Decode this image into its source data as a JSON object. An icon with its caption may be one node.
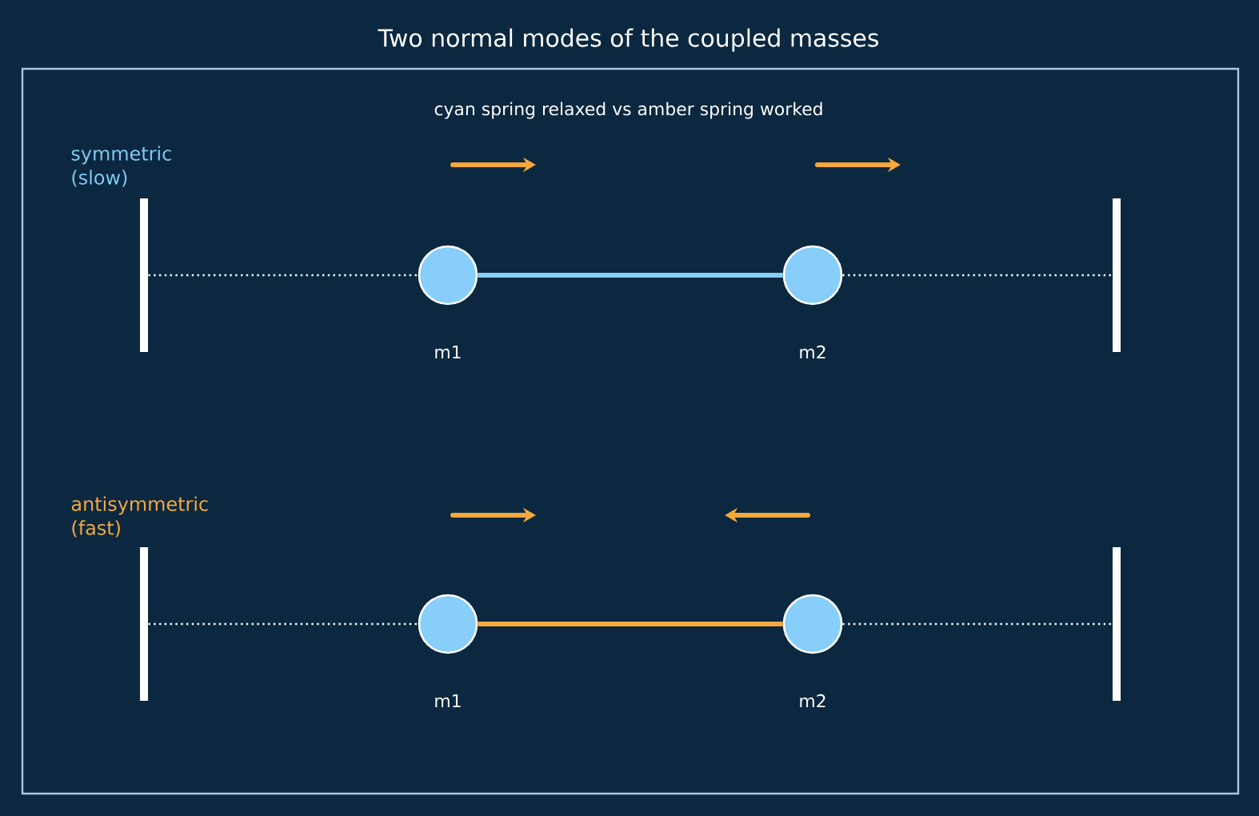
{
  "diagram": {
    "title": "Two normal modes of the coupled masses",
    "nodes": [
      {
        "text": [],
        "shape": "bar"
      },
      {
        "text": [],
        "shape": "circle",
        "beside": [
          "m1"
        ]
      },
      {
        "text": [],
        "shape": "circle",
        "beside": [
          "m2"
        ]
      },
      {
        "text": [],
        "shape": "bar"
      },
      {
        "text": [],
        "shape": "bar"
      },
      {
        "text": [],
        "shape": "circle",
        "beside": [
          "m1"
        ]
      },
      {
        "text": [],
        "shape": "circle",
        "beside": [
          "m2"
        ]
      },
      {
        "text": [],
        "shape": "bar"
      }
    ],
    "edges": [
      {
        "from": 0,
        "to": 1,
        "arrow": "none",
        "style": "dashed"
      },
      {
        "from": 1,
        "to": 2,
        "arrow": "none",
        "style": "thick",
        "color": "#87cefa"
      },
      {
        "from": 2,
        "to": 3,
        "arrow": "none",
        "style": "dashed"
      },
      {
        "from": 4,
        "to": 5,
        "arrow": "none",
        "style": "dashed"
      },
      {
        "from": 5,
        "to": 6,
        "arrow": "none",
        "style": "thick",
        "color": "#f5a83c"
      },
      {
        "from": 6,
        "to": 7,
        "arrow": "none",
        "style": "dashed"
      }
    ],
    "labels": [
      "cyan spring relaxed  vs  amber spring worked",
      "symmetric (slow)",
      "antisymmetric (fast)"
    ]
  }
}
